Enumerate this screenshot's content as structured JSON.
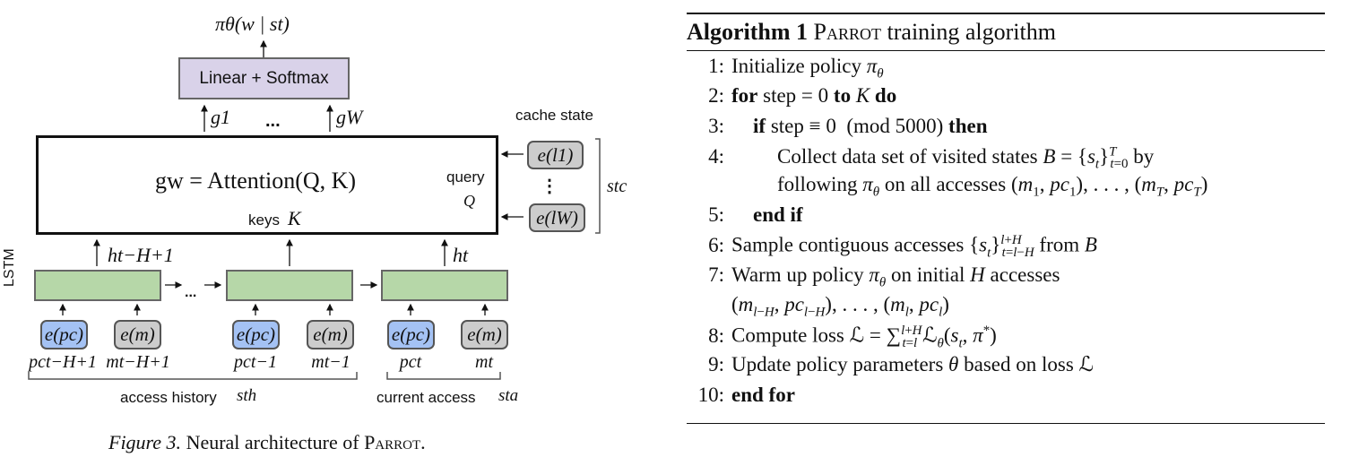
{
  "figure": {
    "output_label": "πθ(w | st)",
    "linear_softmax_label": "Linear + Softmax",
    "g_labels": [
      "g1",
      "gW"
    ],
    "ellipsis": "...",
    "attention_formula": "gw = Attention(Q, K)",
    "keys_label": "keys",
    "keys_symbol": "K",
    "query_label": "query",
    "query_symbol": "Q",
    "cache_state_label": "cache state",
    "cache_embeddings": [
      "e(l1)",
      "e(lW)"
    ],
    "vertical_ellipsis": "⋮",
    "cache_state_symbol": "stc",
    "lstm_label": "LSTM",
    "hidden_labels": [
      "ht−H+1",
      "ht"
    ],
    "embedding_pc": "e(pc)",
    "embedding_m": "e(m)",
    "input_labels": [
      "pct−H+1",
      "mt−H+1",
      "pct−1",
      "mt−1",
      "pct",
      "mt"
    ],
    "access_history_label": "access history",
    "access_history_symbol": "sth",
    "current_access_label": "current access",
    "current_access_symbol": "sta",
    "colors": {
      "linear_box": "#d9d2e9",
      "lstm_box": "#b6d7a8",
      "pc_embedding": "#a4c2f4",
      "m_embedding": "#cccccc"
    }
  },
  "caption": {
    "prefix": "Figure 3.",
    "text": "Neural architecture of",
    "name": "Parrot",
    "suffix": "."
  },
  "algorithm": {
    "title_bold": "Algorithm 1",
    "title_name": "Parrot",
    "title_rest": "training algorithm",
    "lines": [
      {
        "num": "1:",
        "text": "Initialize policy πθ"
      },
      {
        "num": "2:",
        "text": "for step = 0 to K do"
      },
      {
        "num": "3:",
        "text": "if step ≡ 0 (mod 5000) then"
      },
      {
        "num": "4:",
        "text": "Collect data set of visited states B = {st}Tt=0 by"
      },
      {
        "num": "",
        "text": "following πθ on all accesses (m1, pc1), . . . , (mT, pcT)"
      },
      {
        "num": "5:",
        "text": "end if"
      },
      {
        "num": "6:",
        "text": "Sample contiguous accesses {st}l+Ht=l−H from B"
      },
      {
        "num": "7:",
        "text": "Warm up policy πθ on initial H accesses"
      },
      {
        "num": "",
        "text": "(ml−H, pcl−H), . . . , (ml, pcl)"
      },
      {
        "num": "8:",
        "text": "Compute loss ℒ = Σl+Ht=l ℒθ(st, π*)"
      },
      {
        "num": "9:",
        "text": "Update policy parameters θ based on loss ℒ"
      },
      {
        "num": "10:",
        "text": "end for"
      }
    ]
  }
}
